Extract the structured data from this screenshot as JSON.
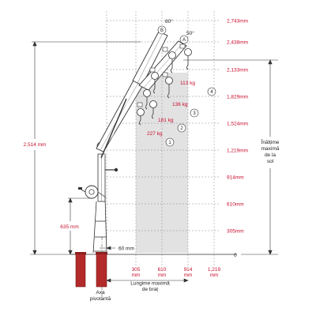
{
  "height_marks": [
    {
      "label": "2,743mm"
    },
    {
      "label": "2,438mm"
    },
    {
      "label": "2,133mm"
    },
    {
      "label": "1,829mm"
    },
    {
      "label": "1,524mm"
    },
    {
      "label": "1,219mm"
    },
    {
      "label": "914mm"
    },
    {
      "label": "610mm"
    },
    {
      "label": "305mm"
    }
  ],
  "zero_label": "0",
  "reach_marks": [
    {
      "top": "305",
      "bottom": "mm"
    },
    {
      "top": "610",
      "bottom": "mm"
    },
    {
      "top": "914",
      "bottom": "mm"
    },
    {
      "top": "1,219",
      "bottom": "mm"
    }
  ],
  "loads": [
    {
      "label": "113 kg"
    },
    {
      "label": "136 kg"
    },
    {
      "label": "181 kg"
    },
    {
      "label": "227 kg"
    }
  ],
  "positions": [
    "1",
    "2",
    "3",
    "4"
  ],
  "angle_points": [
    {
      "letter": "B",
      "angle": "60°"
    },
    {
      "letter": "A",
      "angle": "50°"
    }
  ],
  "dimensions": {
    "total_height": "2,514 mm",
    "pivot_height": "635 mm",
    "offset": "60 mm"
  },
  "labels": {
    "max_height": [
      "Înălțime",
      "maximă",
      "de la",
      "sol"
    ],
    "max_reach": [
      "Lungime maximă",
      "de braț"
    ],
    "pivot_axis": [
      "Axa",
      "pivotantă"
    ]
  },
  "colors": {
    "accent": "#c8102e",
    "shade": "#e2e2e2",
    "post": "#b22a2a",
    "line": "#333333"
  }
}
